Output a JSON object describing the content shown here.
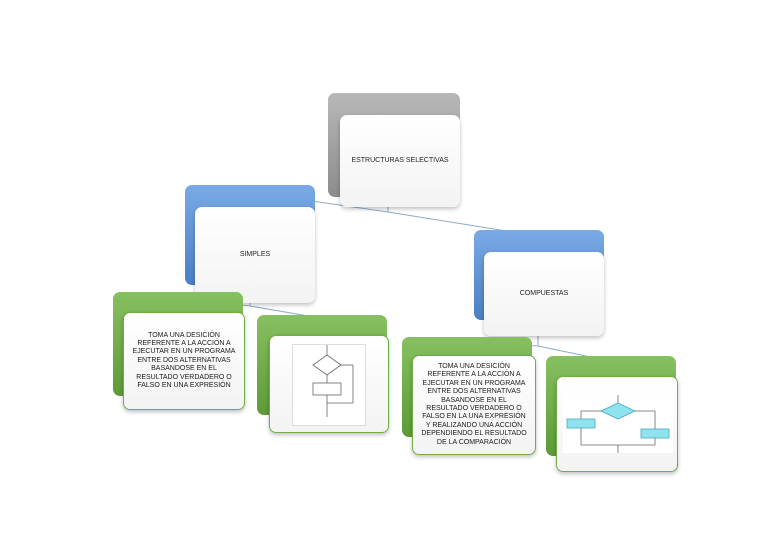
{
  "root": {
    "label": "ESTRUCTURAS SELECTIVAS"
  },
  "simples": {
    "label": "SIMPLES",
    "description": "TOMA UNA DESICIÓN REFERENTE A LA ACCIÓN A EJECUTAR EN UN PROGRAMA ENTRE DOS ALTERNATIVAS BASANDOSE EN EL RESULTADO VERDADERO O FALSO EN UNA EXPRESIÓN"
  },
  "compuestas": {
    "label": "COMPUESTAS",
    "description": "TOMA UNA DESICIÓN REFERENTE A LA ACCIÓN A EJECUTAR EN UN PROGRAMA ENTRE DOS ALTERNATIVAS BASANDOSE EN EL RESULTADO VERDADERO O FALSO EN LA UNA EXPRESIÓN Y REALIZANDO UNA ACCIÓN DEPENDIENDO EL RESULTADO DE LA COMPARACIÓN"
  },
  "colors": {
    "gray": "#9a9a9a",
    "blue": "#5b8fd0",
    "green": "#70ad47",
    "connector": "#8faac8"
  }
}
